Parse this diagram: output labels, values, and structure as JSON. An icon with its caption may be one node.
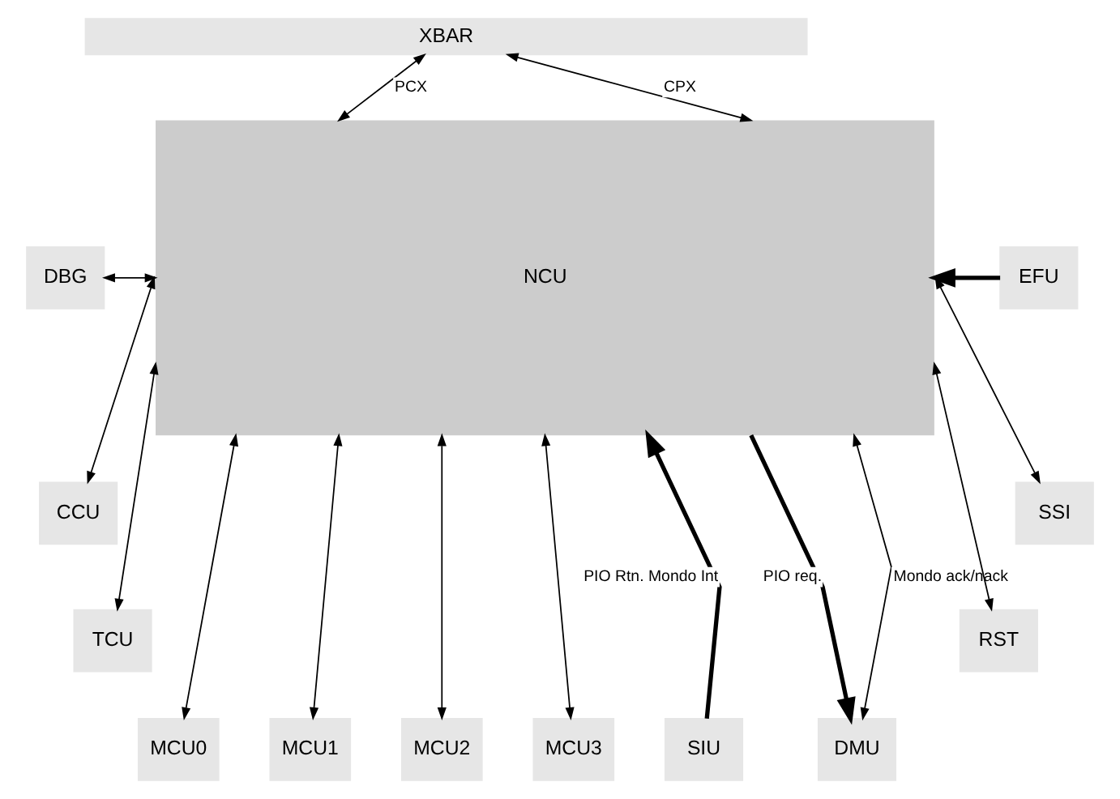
{
  "diagram": {
    "nodes": [
      {
        "text": [
          "XBAR"
        ]
      },
      {
        "text": [
          "NCU"
        ]
      },
      {
        "text": [
          "DBG"
        ]
      },
      {
        "text": [
          "CCU"
        ]
      },
      {
        "text": [
          "TCU"
        ]
      },
      {
        "text": [
          "EFU"
        ]
      },
      {
        "text": [
          "SSI"
        ]
      },
      {
        "text": [
          "RST"
        ]
      },
      {
        "text": [
          "MCU0"
        ]
      },
      {
        "text": [
          "MCU1"
        ]
      },
      {
        "text": [
          "MCU2"
        ]
      },
      {
        "text": [
          "MCU3"
        ]
      },
      {
        "text": [
          "SIU"
        ]
      },
      {
        "text": [
          "DMU"
        ]
      }
    ],
    "edges": [
      {
        "from": 0,
        "to": 1,
        "arrow": "both",
        "label": "PCX"
      },
      {
        "from": 0,
        "to": 1,
        "arrow": "both",
        "label": "CPX"
      },
      {
        "from": 2,
        "to": 1,
        "arrow": "both"
      },
      {
        "from": 3,
        "to": 1,
        "arrow": "both"
      },
      {
        "from": 4,
        "to": 1,
        "arrow": "both"
      },
      {
        "from": 5,
        "to": 1,
        "arrow": "to",
        "style": "thick"
      },
      {
        "from": 6,
        "to": 1,
        "arrow": "both"
      },
      {
        "from": 7,
        "to": 1,
        "arrow": "both"
      },
      {
        "from": 1,
        "to": 8,
        "arrow": "both"
      },
      {
        "from": 1,
        "to": 9,
        "arrow": "both"
      },
      {
        "from": 1,
        "to": 10,
        "arrow": "both"
      },
      {
        "from": 1,
        "to": 11,
        "arrow": "both"
      },
      {
        "from": 12,
        "to": 1,
        "arrow": "to",
        "style": "thick",
        "label": "PIO Rtn. Mondo Int"
      },
      {
        "from": 1,
        "to": 13,
        "arrow": "to",
        "style": "thick",
        "label": "PIO req."
      },
      {
        "from": 1,
        "to": 13,
        "arrow": "both",
        "label": "Mondo ack/nack"
      }
    ]
  }
}
